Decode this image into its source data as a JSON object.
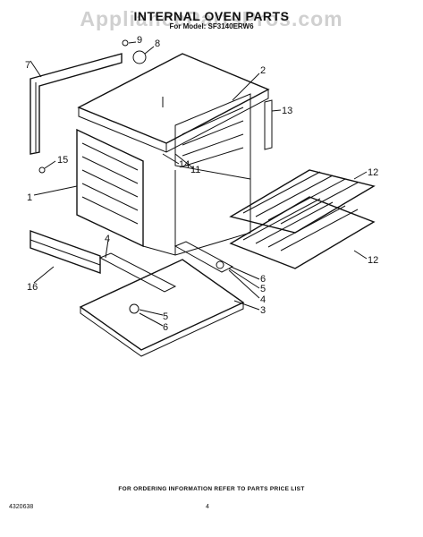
{
  "header": {
    "watermark": "AppliancePartsPros.com",
    "title": "INTERNAL OVEN PARTS",
    "subtitle": "For Model: SF3140ERW6"
  },
  "callouts": [
    "1",
    "2",
    "3",
    "4",
    "4",
    "5",
    "5",
    "6",
    "6",
    "7",
    "8",
    "9",
    "11",
    "12",
    "12",
    "13",
    "14",
    "15",
    "16"
  ],
  "footer": {
    "note": "FOR ORDERING INFORMATION REFER TO PARTS PRICE LIST",
    "doc_number": "4320638",
    "page_number": "4"
  }
}
